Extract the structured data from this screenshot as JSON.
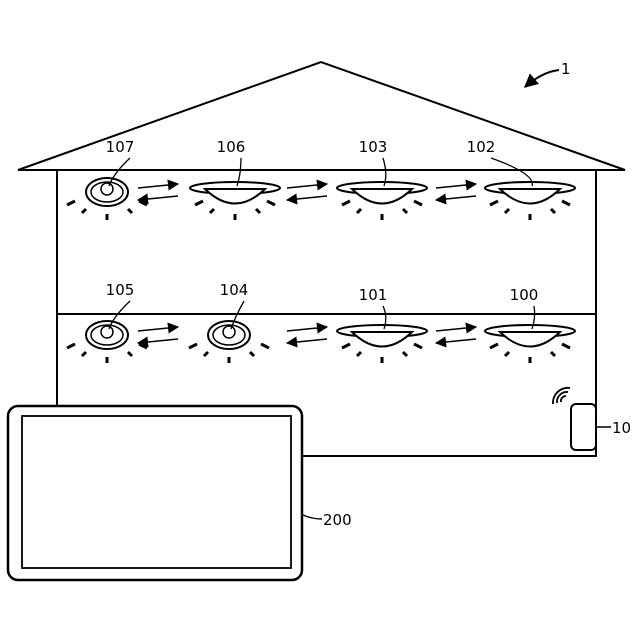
{
  "figure_ref": "1",
  "lights": {
    "107": "107",
    "106": "106",
    "103": "103",
    "102": "102",
    "105": "105",
    "104": "104",
    "101": "101",
    "100": "100"
  },
  "controller_ref": "10",
  "tablet_ref": "200"
}
